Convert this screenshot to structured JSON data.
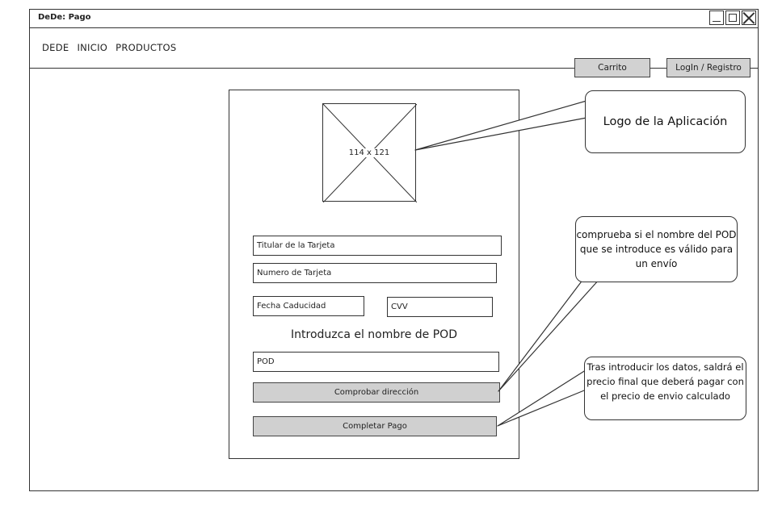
{
  "window": {
    "title": "DeDe: Pago"
  },
  "nav": {
    "links": [
      "DEDE",
      "INICIO",
      "PRODUCTOS"
    ],
    "cart_button": "Carrito",
    "login_button": "LogIn / Registro"
  },
  "form": {
    "logo_placeholder": "114 x 121",
    "titular_placeholder": "Titular de la Tarjeta",
    "numero_placeholder": "Numero de Tarjeta",
    "fecha_placeholder": "Fecha Caducidad",
    "cvv_placeholder": "CVV",
    "pod_heading": "Introduzca el nombre de POD",
    "pod_placeholder": "POD",
    "check_button": "Comprobar dirección",
    "complete_button": "Completar Pago"
  },
  "annotations": {
    "logo": "Logo de la Aplicación",
    "pod": "comprueba si el nombre del POD que se introduce es válido para un envío",
    "pago": "Tras introducir los datos, saldrá el precio final que deberá pagar con el precio de envio calculado"
  },
  "icons": [
    "minimize-icon",
    "maximize-icon",
    "close-icon",
    "image-placeholder-icon"
  ]
}
